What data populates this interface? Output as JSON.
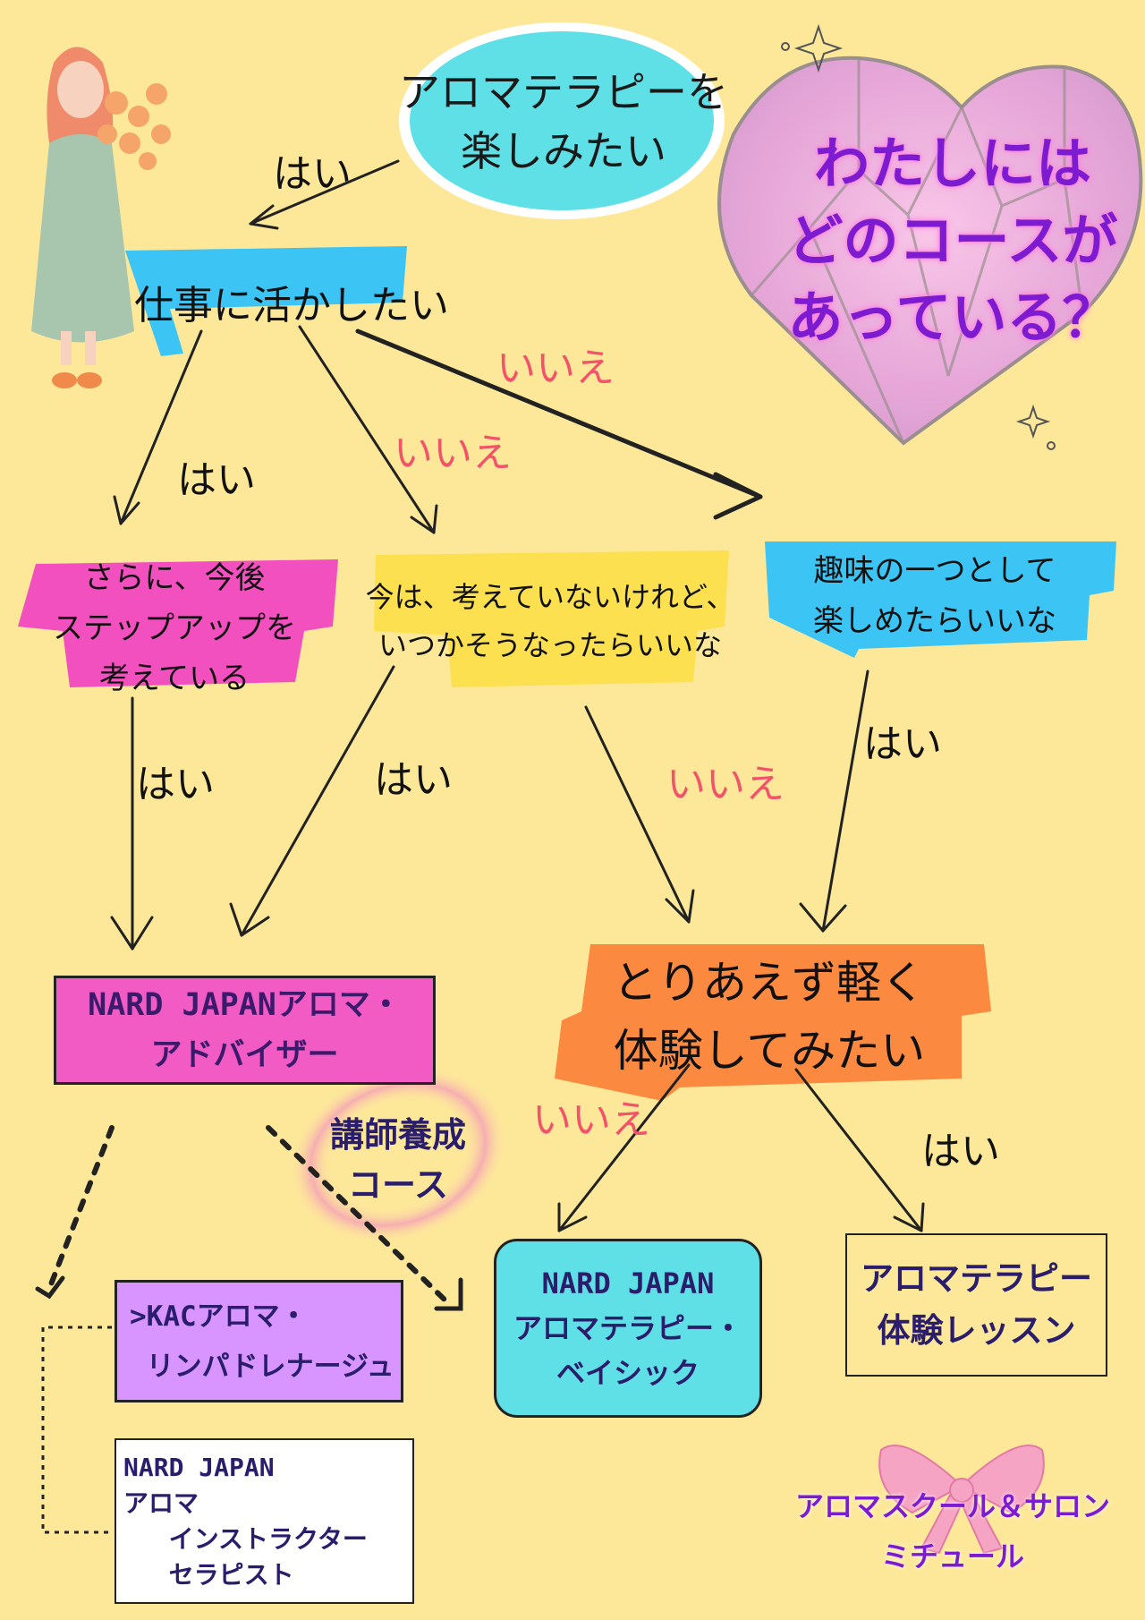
{
  "title": [
    "わたしには",
    "どのコースが",
    "あっている？"
  ],
  "start": [
    "アロマテラピーを",
    "楽しみたい"
  ],
  "q1": "仕事に活かしたい",
  "q2a": [
    "さらに、今後",
    "ステップアップを",
    "考えている"
  ],
  "q2b": [
    "今は、考えていないけれど、",
    "いつかそうなったらいいな"
  ],
  "q2c": [
    "趣味の一つとして",
    "楽しめたらいいな"
  ],
  "q3": [
    "とりあえず軽く",
    "体験してみたい"
  ],
  "yes": "はい",
  "no": "いいえ",
  "results": {
    "advisor": [
      "NARD JAPANアロマ・",
      "アドバイザー"
    ],
    "kac": [
      ">KACアロマ・",
      " リンパドレナージュ"
    ],
    "instructor": [
      "NARD JAPAN",
      "アロマ",
      "   インストラクター",
      "   セラピスト"
    ],
    "basic": [
      "NARD JAPAN",
      "アロマテラピー・",
      "ベイシック"
    ],
    "lesson": [
      "アロマテラピー",
      "体験レッスン"
    ]
  },
  "course_label": [
    "講師養成",
    "コース"
  ],
  "brand": [
    "アロマスクール＆サロン",
    "ミチュール"
  ],
  "colors": {
    "background": "#fde89a",
    "start": "#5fe0e6",
    "q1": "#3cc4f4",
    "q2a": "#f24fbf",
    "q2b": "#fde050",
    "q2c": "#3cc4f4",
    "q3": "#fb8a40",
    "no_text": "#f2536a",
    "title": "#7c1bd0"
  }
}
